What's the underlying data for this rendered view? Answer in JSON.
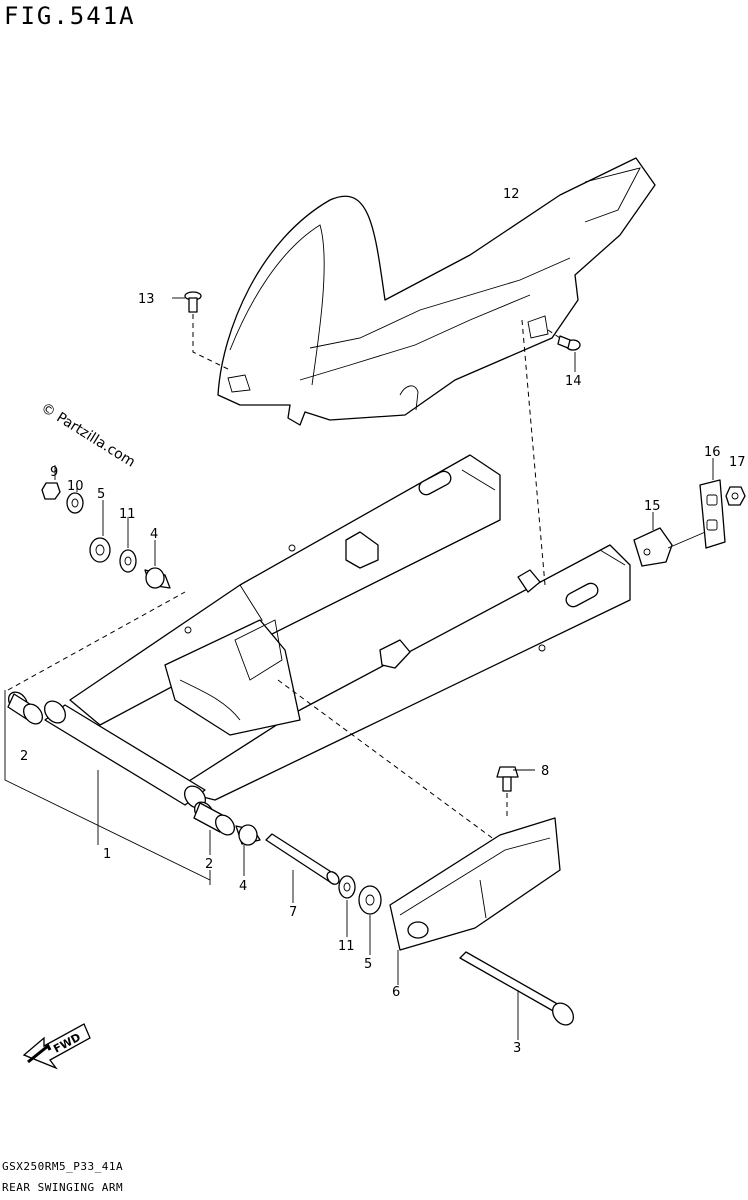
{
  "figure": {
    "title": "FIG.541A",
    "code": "GSX250RM5_P33_41A",
    "name": "REAR SWINGING ARM",
    "watermark": "© Partzilla.com"
  },
  "callouts": [
    {
      "ref": "1"
    },
    {
      "ref": "2"
    },
    {
      "ref": "2"
    },
    {
      "ref": "3"
    },
    {
      "ref": "4"
    },
    {
      "ref": "4"
    },
    {
      "ref": "5"
    },
    {
      "ref": "5"
    },
    {
      "ref": "6"
    },
    {
      "ref": "7"
    },
    {
      "ref": "8"
    },
    {
      "ref": "9"
    },
    {
      "ref": "10"
    },
    {
      "ref": "11"
    },
    {
      "ref": "11"
    },
    {
      "ref": "12"
    },
    {
      "ref": "13"
    },
    {
      "ref": "14"
    },
    {
      "ref": "15"
    },
    {
      "ref": "16"
    },
    {
      "ref": "17"
    }
  ],
  "icons": {
    "fwd_arrow": "fwd-arrow-icon",
    "fwd_text": "FWD"
  }
}
